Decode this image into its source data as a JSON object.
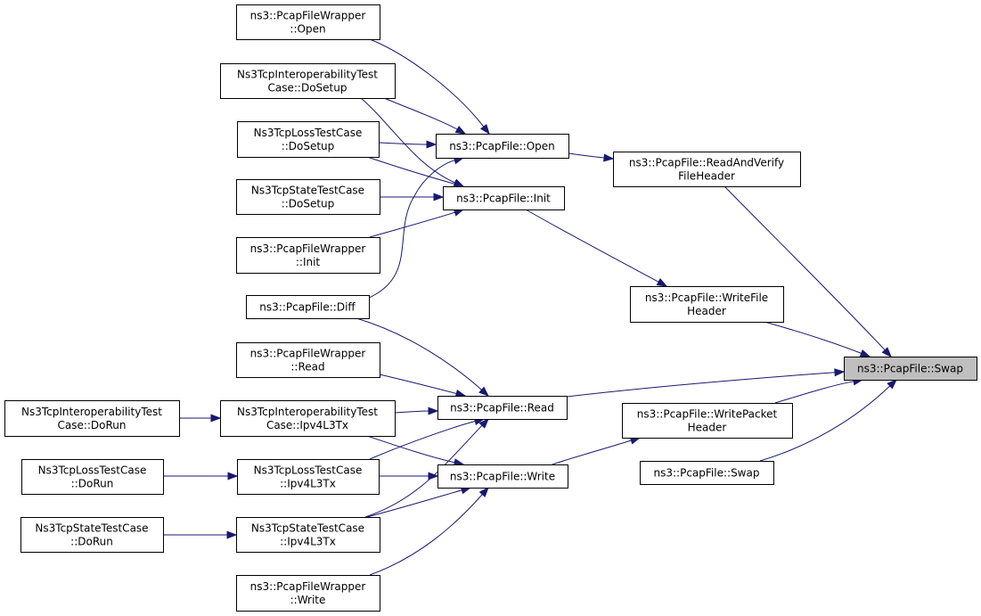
{
  "diagram": {
    "type": "caller-graph",
    "colors": {
      "edge": "#191970",
      "node_border": "#000000",
      "node_fill": "#ffffff",
      "root_fill": "#bfbfbf"
    },
    "nodes": [
      {
        "id": "swap_root",
        "lines": [
          "ns3::PcapFile::Swap"
        ],
        "root": true
      },
      {
        "id": "read_verify",
        "lines": [
          "ns3::PcapFile::ReadAndVerify",
          "FileHeader"
        ]
      },
      {
        "id": "write_file_header",
        "lines": [
          "ns3::PcapFile::WriteFile",
          "Header"
        ]
      },
      {
        "id": "pf_read",
        "lines": [
          "ns3::PcapFile::Read"
        ]
      },
      {
        "id": "write_packet_header",
        "lines": [
          "ns3::PcapFile::WritePacket",
          "Header"
        ]
      },
      {
        "id": "swap_other",
        "lines": [
          "ns3::PcapFile::Swap"
        ]
      },
      {
        "id": "pf_open",
        "lines": [
          "ns3::PcapFile::Open"
        ]
      },
      {
        "id": "pf_init",
        "lines": [
          "ns3::PcapFile::Init"
        ]
      },
      {
        "id": "pf_write",
        "lines": [
          "ns3::PcapFile::Write"
        ]
      },
      {
        "id": "pfw_open",
        "lines": [
          "ns3::PcapFileWrapper",
          "::Open"
        ]
      },
      {
        "id": "interop_setup",
        "lines": [
          "Ns3TcpInteroperabilityTest",
          "Case::DoSetup"
        ]
      },
      {
        "id": "loss_setup",
        "lines": [
          "Ns3TcpLossTestCase",
          "::DoSetup"
        ]
      },
      {
        "id": "state_setup",
        "lines": [
          "Ns3TcpStateTestCase",
          "::DoSetup"
        ]
      },
      {
        "id": "pfw_init",
        "lines": [
          "ns3::PcapFileWrapper",
          "::Init"
        ]
      },
      {
        "id": "pf_diff",
        "lines": [
          "ns3::PcapFile::Diff"
        ]
      },
      {
        "id": "pfw_read",
        "lines": [
          "ns3::PcapFileWrapper",
          "::Read"
        ]
      },
      {
        "id": "interop_ipv4",
        "lines": [
          "Ns3TcpInteroperabilityTest",
          "Case::Ipv4L3Tx"
        ]
      },
      {
        "id": "loss_ipv4",
        "lines": [
          "Ns3TcpLossTestCase",
          "::Ipv4L3Tx"
        ]
      },
      {
        "id": "state_ipv4",
        "lines": [
          "Ns3TcpStateTestCase",
          "::Ipv4L3Tx"
        ]
      },
      {
        "id": "pfw_write",
        "lines": [
          "ns3::PcapFileWrapper",
          "::Write"
        ]
      },
      {
        "id": "interop_run",
        "lines": [
          "Ns3TcpInteroperabilityTest",
          "Case::DoRun"
        ]
      },
      {
        "id": "loss_run",
        "lines": [
          "Ns3TcpLossTestCase",
          "::DoRun"
        ]
      },
      {
        "id": "state_run",
        "lines": [
          "Ns3TcpStateTestCase",
          "::DoRun"
        ]
      }
    ],
    "edges": [
      {
        "from": "read_verify",
        "to": "swap_root"
      },
      {
        "from": "write_file_header",
        "to": "swap_root"
      },
      {
        "from": "pf_read",
        "to": "swap_root"
      },
      {
        "from": "write_packet_header",
        "to": "swap_root"
      },
      {
        "from": "swap_other",
        "to": "swap_root"
      },
      {
        "from": "pf_open",
        "to": "read_verify"
      },
      {
        "from": "pf_init",
        "to": "write_file_header"
      },
      {
        "from": "pf_write",
        "to": "write_packet_header"
      },
      {
        "from": "pfw_open",
        "to": "pf_open"
      },
      {
        "from": "interop_setup",
        "to": "pf_open"
      },
      {
        "from": "loss_setup",
        "to": "pf_open"
      },
      {
        "from": "pf_diff",
        "to": "pf_open"
      },
      {
        "from": "interop_setup",
        "to": "pf_init"
      },
      {
        "from": "loss_setup",
        "to": "pf_init"
      },
      {
        "from": "state_setup",
        "to": "pf_init"
      },
      {
        "from": "pfw_init",
        "to": "pf_init"
      },
      {
        "from": "pf_diff",
        "to": "pf_read"
      },
      {
        "from": "pfw_read",
        "to": "pf_read"
      },
      {
        "from": "interop_ipv4",
        "to": "pf_read"
      },
      {
        "from": "loss_ipv4",
        "to": "pf_read"
      },
      {
        "from": "state_ipv4",
        "to": "pf_read"
      },
      {
        "from": "interop_ipv4",
        "to": "pf_write"
      },
      {
        "from": "loss_ipv4",
        "to": "pf_write"
      },
      {
        "from": "state_ipv4",
        "to": "pf_write"
      },
      {
        "from": "pfw_write",
        "to": "pf_write"
      },
      {
        "from": "interop_run",
        "to": "interop_ipv4"
      },
      {
        "from": "loss_run",
        "to": "loss_ipv4"
      },
      {
        "from": "state_run",
        "to": "state_ipv4"
      }
    ]
  }
}
